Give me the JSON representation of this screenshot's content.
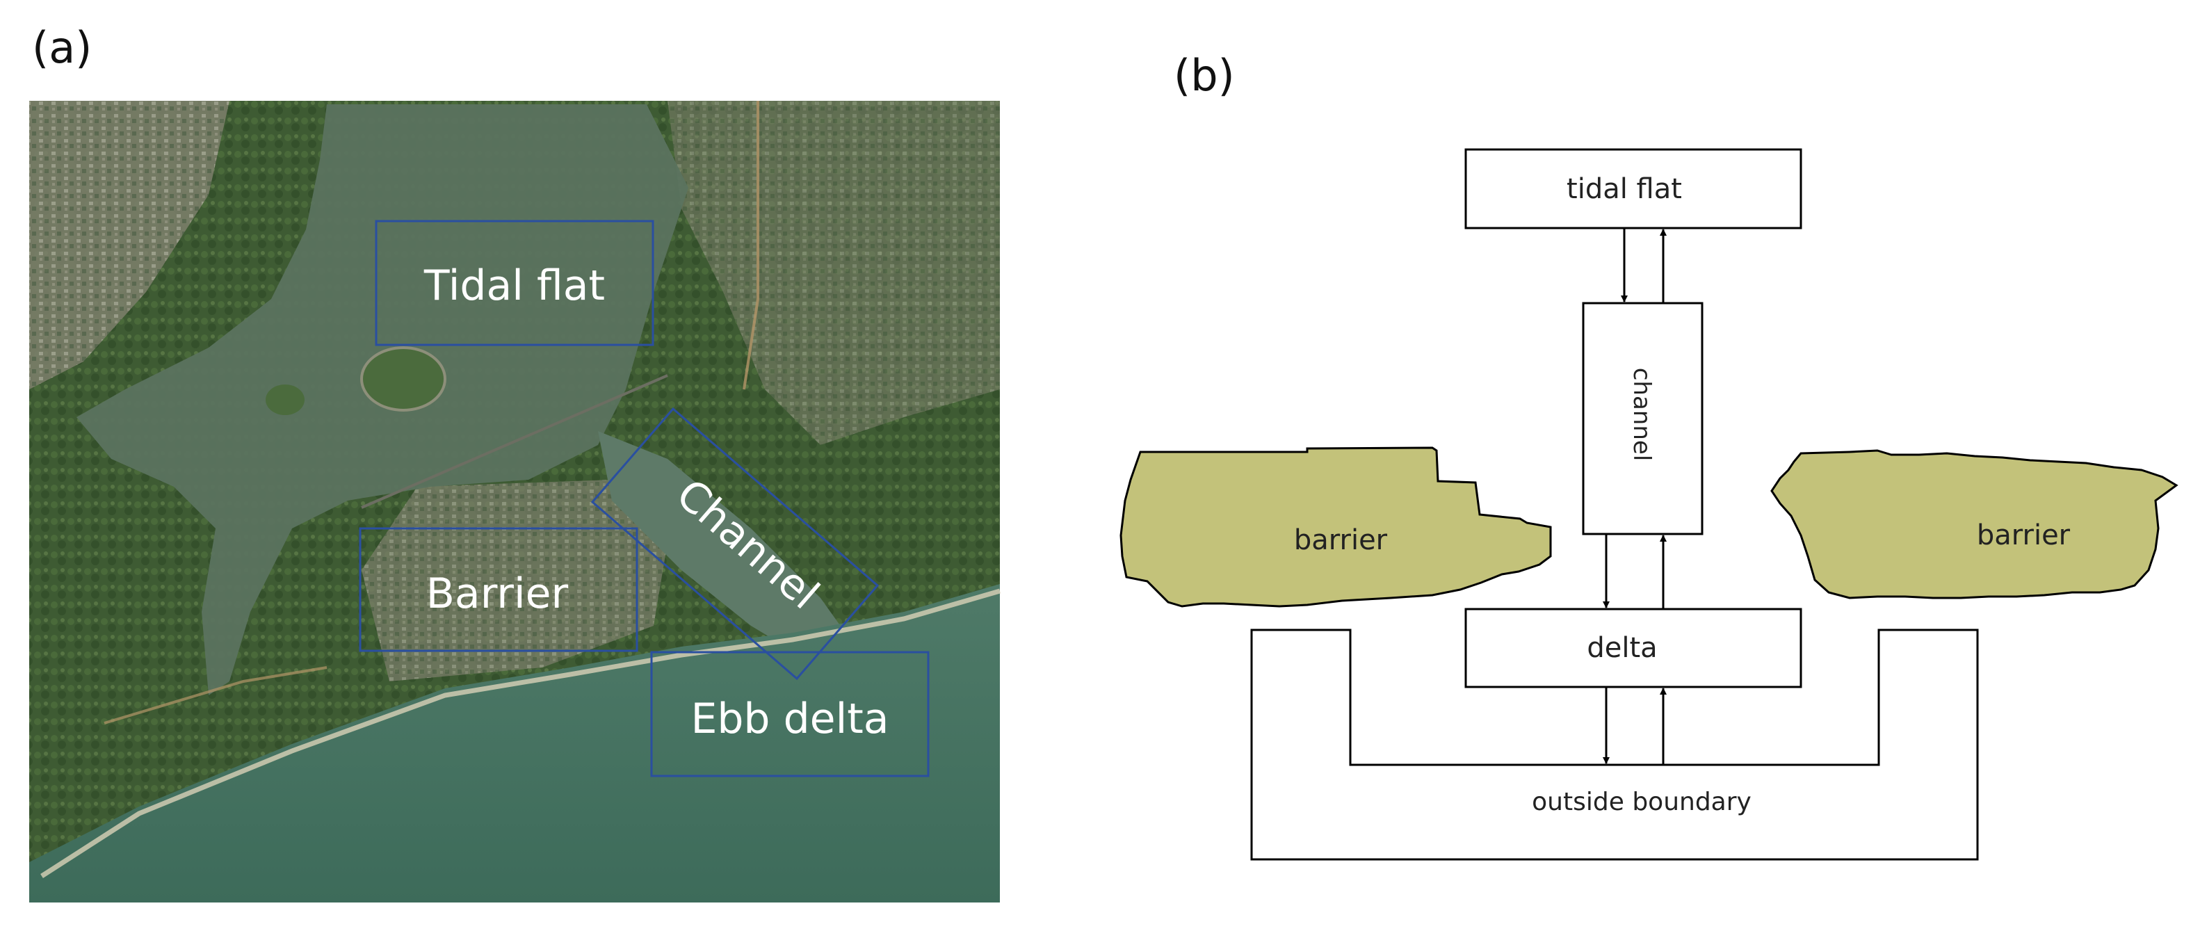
{
  "panel_a": {
    "label": "(a)",
    "regions": {
      "tidal_flat": "Tidal flat",
      "channel": "Channel",
      "barrier": "Barrier",
      "ebb_delta": "Ebb delta"
    },
    "region_box_color": "#2a4fa0"
  },
  "panel_b": {
    "label": "(b)",
    "boxes": {
      "tidal_flat": "tidal flat",
      "channel": "channel",
      "delta": "delta",
      "outside_boundary": "outside boundary"
    },
    "barrier_left": "barrier",
    "barrier_right": "barrier",
    "barrier_color": "#c3c27a"
  }
}
